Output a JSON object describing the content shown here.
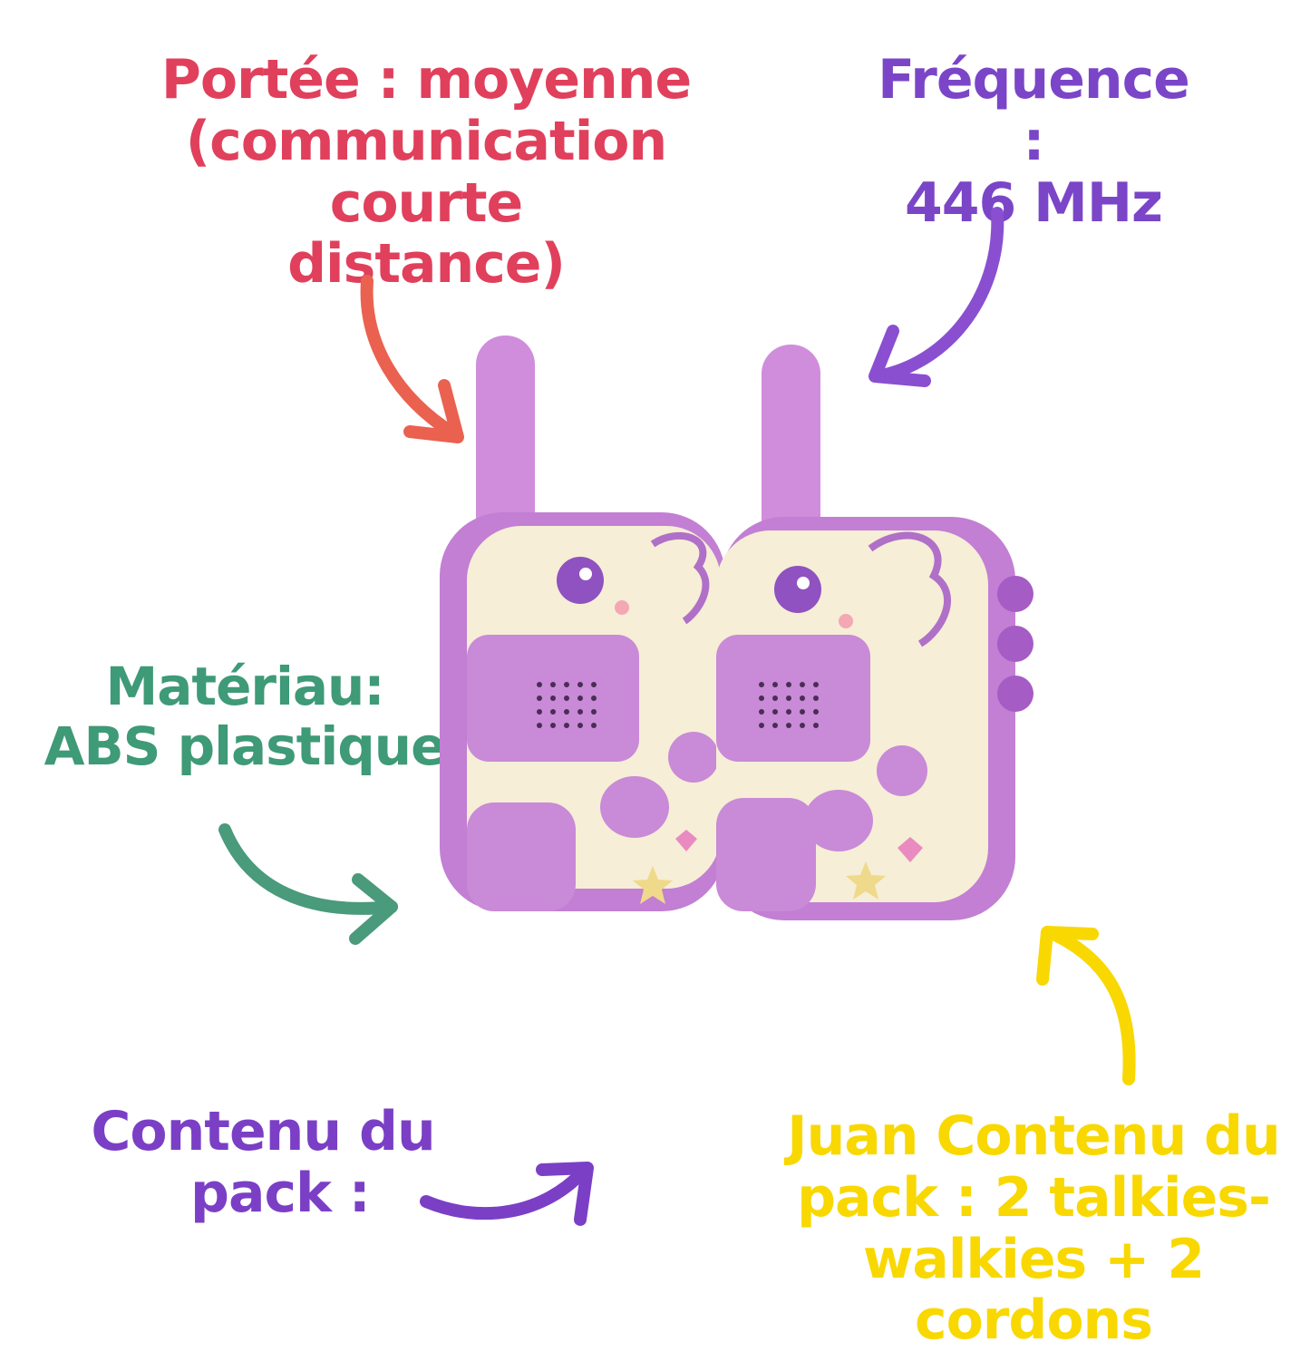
{
  "labels": {
    "range": {
      "line1": "Portée : moyenne",
      "line2": "(communication courte",
      "line3": "distance)",
      "color": "#e0405c"
    },
    "frequency": {
      "line1": "Fréquence :",
      "line2": "446 MHz",
      "color": "#7b45c8"
    },
    "material": {
      "line1": "Matériau:",
      "line2": "ABS plastique",
      "color": "#3e9a77"
    },
    "pack_short": {
      "line1": "Contenu du",
      "line2": "pack :",
      "color": "#7b3fc6"
    },
    "pack_full": {
      "line1": "Juan Contenu du",
      "line2": "pack : 2 talkies-",
      "line3": "walkies + 2 cordons",
      "color": "#f8d800"
    }
  },
  "arrows": {
    "range": {
      "color": "#ea6150"
    },
    "frequency": {
      "color": "#8a4fd0"
    },
    "material": {
      "color": "#4a9a7c"
    },
    "pack_short": {
      "color": "#7b3fc6"
    },
    "pack_full": {
      "color": "#f8d800"
    }
  },
  "product": {
    "name": "kids walkie-talkie pair",
    "body_color": "#c98ad8",
    "face_color": "#f7efd6",
    "accent_color": "#a55cc4",
    "units": 2
  }
}
